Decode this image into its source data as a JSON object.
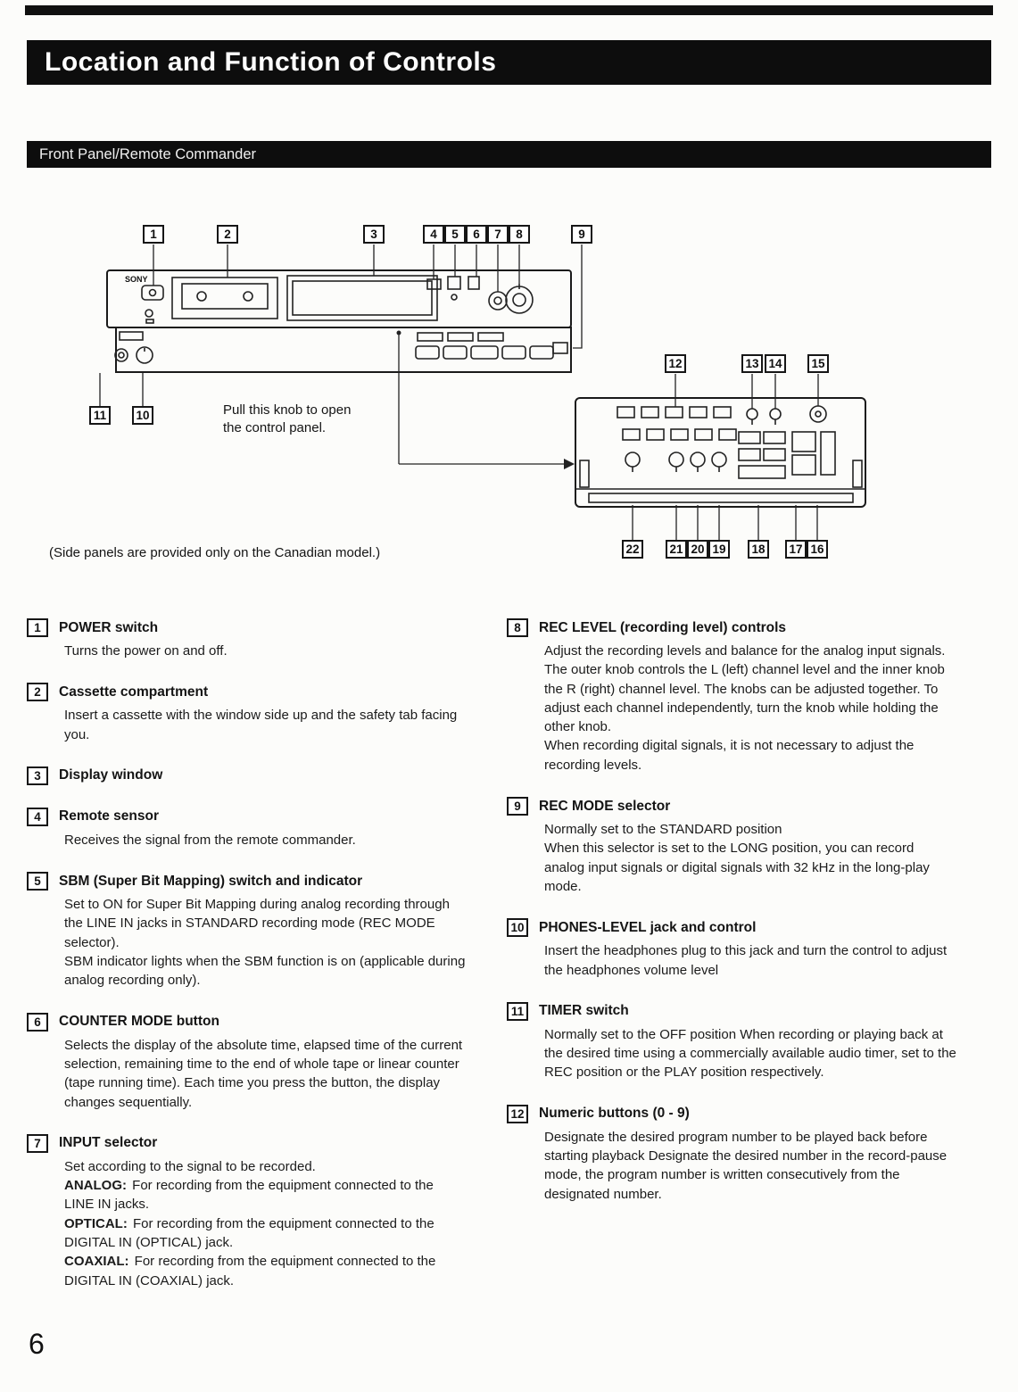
{
  "header": {
    "title": "Location and Function of Controls",
    "section": "Front Panel/Remote Commander"
  },
  "page": {
    "number": "6"
  },
  "diagram": {
    "brand": "SONY",
    "pull_note": "Pull this knob to open\nthe control panel.",
    "side_note": "(Side panels are provided only on the Canadian model.)",
    "deck_callouts": [
      "1",
      "2",
      "3",
      "4",
      "5",
      "6",
      "7",
      "8",
      "9"
    ],
    "left_callouts": [
      "11",
      "10"
    ],
    "panel_top": [
      "12",
      "13",
      "14",
      "15"
    ],
    "panel_bottom": [
      "22",
      "21",
      "20",
      "19",
      "18",
      "17",
      "16"
    ]
  },
  "items_left": [
    {
      "num": "1",
      "title": "POWER switch",
      "body": "Turns the power on and off."
    },
    {
      "num": "2",
      "title": "Cassette compartment",
      "body": "Insert a cassette with the window side up and the safety tab facing you."
    },
    {
      "num": "3",
      "title": "Display window",
      "body": ""
    },
    {
      "num": "4",
      "title": "Remote sensor",
      "body": "Receives the signal from the remote commander."
    },
    {
      "num": "5",
      "title": "SBM (Super Bit Mapping) switch and indicator",
      "body": "Set to ON for Super Bit Mapping during analog recording through the LINE IN jacks in STANDARD recording mode (REC MODE selector).\nSBM indicator lights when the SBM function is on (applicable during analog recording only)."
    },
    {
      "num": "6",
      "title": "COUNTER MODE  button",
      "body": "Selects the display of the absolute time, elapsed time of the current selection, remaining time to the end of whole tape or linear counter (tape running time). Each time you press the button, the display changes sequentially."
    },
    {
      "num": "7",
      "title": "INPUT selector",
      "body": "Set according to the signal to be recorded.",
      "options": [
        {
          "label": "ANALOG:",
          "text": "For recording from the equipment connected to the LINE IN jacks."
        },
        {
          "label": "OPTICAL:",
          "text": "For recording from the equipment connected to the DIGITAL IN (OPTICAL) jack."
        },
        {
          "label": "COAXIAL:",
          "text": "For recording from the equipment connected to the DIGITAL IN (COAXIAL) jack."
        }
      ]
    }
  ],
  "items_right": [
    {
      "num": "8",
      "title": "REC LEVEL (recording level) controls",
      "body": "Adjust the recording levels and balance for the analog input signals.\nThe outer knob controls the L (left) channel level and the inner knob the R (right) channel level. The knobs can be adjusted together. To adjust each channel independently, turn the knob while holding the other knob.\nWhen recording digital signals, it is not necessary to adjust the recording levels."
    },
    {
      "num": "9",
      "title": "REC MODE selector",
      "body": "Normally set to the STANDARD position\nWhen this selector is set to the LONG position, you can record analog input signals or digital signals with 32 kHz in the long-play mode."
    },
    {
      "num": "10",
      "title": "PHONES-LEVEL jack and control",
      "body": "Insert the headphones plug to this jack and turn the control to adjust the headphones volume level"
    },
    {
      "num": "11",
      "title": "TIMER switch",
      "body": "Normally set to the OFF position  When recording or playing back at the desired time using a commercially available audio timer, set to the REC position or the PLAY position respectively."
    },
    {
      "num": "12",
      "title": "Numeric buttons (0 - 9)",
      "body": "Designate the desired program number to be played back before starting playback  Designate the desired number in the record-pause mode, the program number is written consecutively from the designated number."
    }
  ]
}
